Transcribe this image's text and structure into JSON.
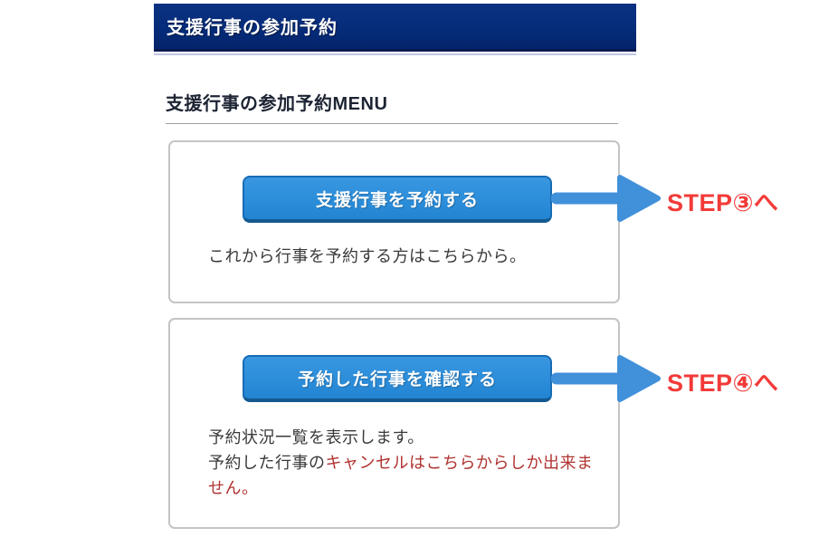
{
  "header": {
    "title": "支援行事の参加予約"
  },
  "menu": {
    "heading": "支援行事の参加予約MENU"
  },
  "cards": [
    {
      "button_label": "支援行事を予約する",
      "description": "これから行事を予約する方はこちらから。",
      "step_label": "STEP③へ"
    },
    {
      "button_label": "予約した行事を確認する",
      "description_line1": "予約状況一覧を表示します。",
      "description_line2_prefix": "予約した行事の",
      "description_warning": "キャンセルはこちらからしか出来ません。",
      "step_label": "STEP④へ"
    }
  ],
  "colors": {
    "header_navy": "#052c7a",
    "accent_blue": "#2e8fdb",
    "arrow_blue": "#4190da",
    "step_red": "#f23b38",
    "warning_red": "#b03330"
  }
}
